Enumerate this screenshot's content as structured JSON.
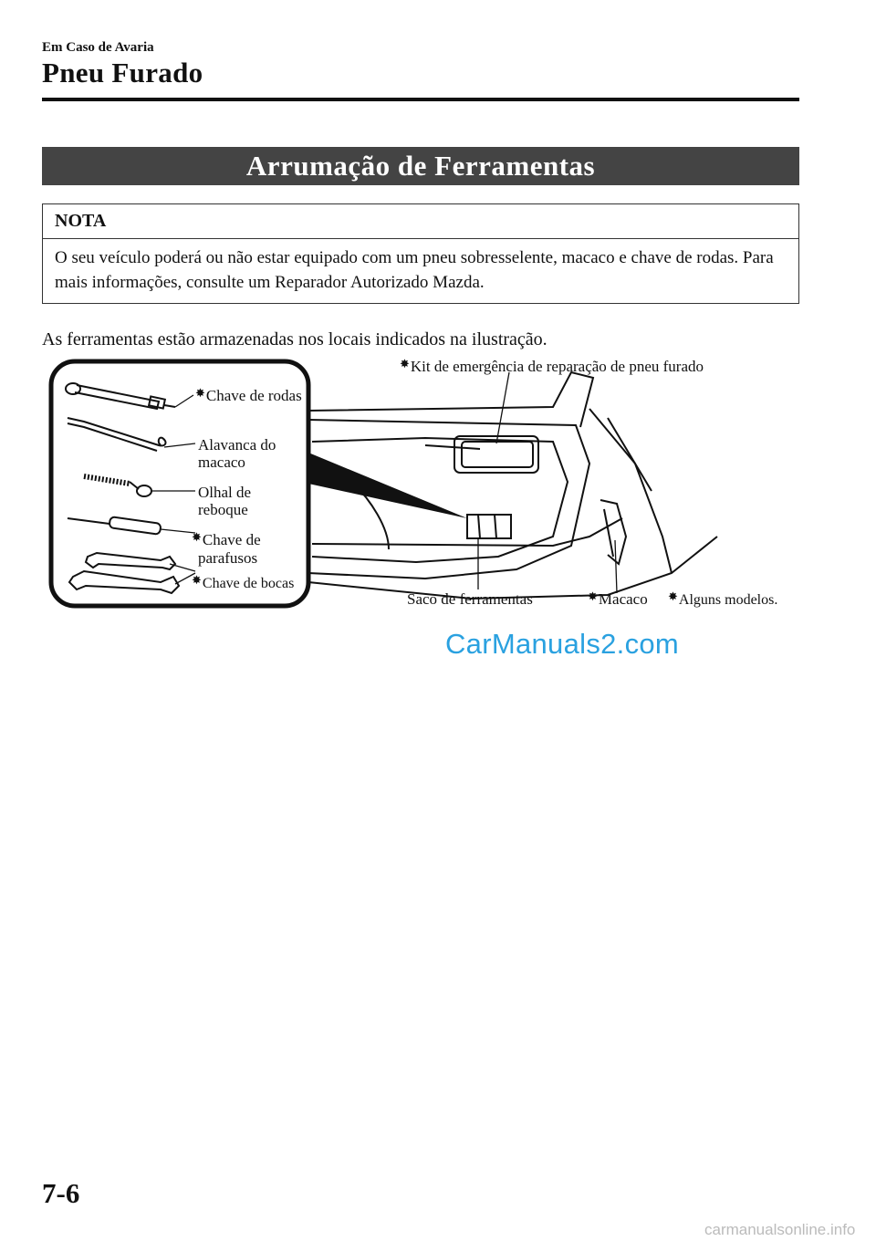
{
  "header": {
    "chapter": "Em Caso de Avaria",
    "section": "Pneu Furado"
  },
  "banner": {
    "title": "Arrumação de Ferramentas"
  },
  "note": {
    "heading": "NOTA",
    "body": "O seu veículo poderá ou não estar equipado com um pneu sobresselente, macaco e chave de rodas. Para mais informações, consulte um Reparador Autorizado Mazda."
  },
  "intro": "As ferramentas estão armazenadas nos locais indicados na ilustração.",
  "figure": {
    "star_symbol": "✸",
    "labels": {
      "chave_rodas": "Chave de rodas",
      "alavanca_line1": "Alavanca do",
      "alavanca_line2": "macaco",
      "olhal_line1": "Olhal de",
      "olhal_line2": "reboque",
      "chave_parafusos_line1": "Chave de",
      "chave_parafusos_line2": "parafusos",
      "chave_bocas": "Chave de bocas",
      "kit": "Kit de emergência de reparação de pneu furado",
      "saco": "Saco de ferramentas",
      "macaco": "Macaco",
      "alguns": "Alguns modelos."
    }
  },
  "watermark": "CarManuals2.com",
  "footer": {
    "page_number": "7-6",
    "site": "carmanualsonline.info"
  }
}
